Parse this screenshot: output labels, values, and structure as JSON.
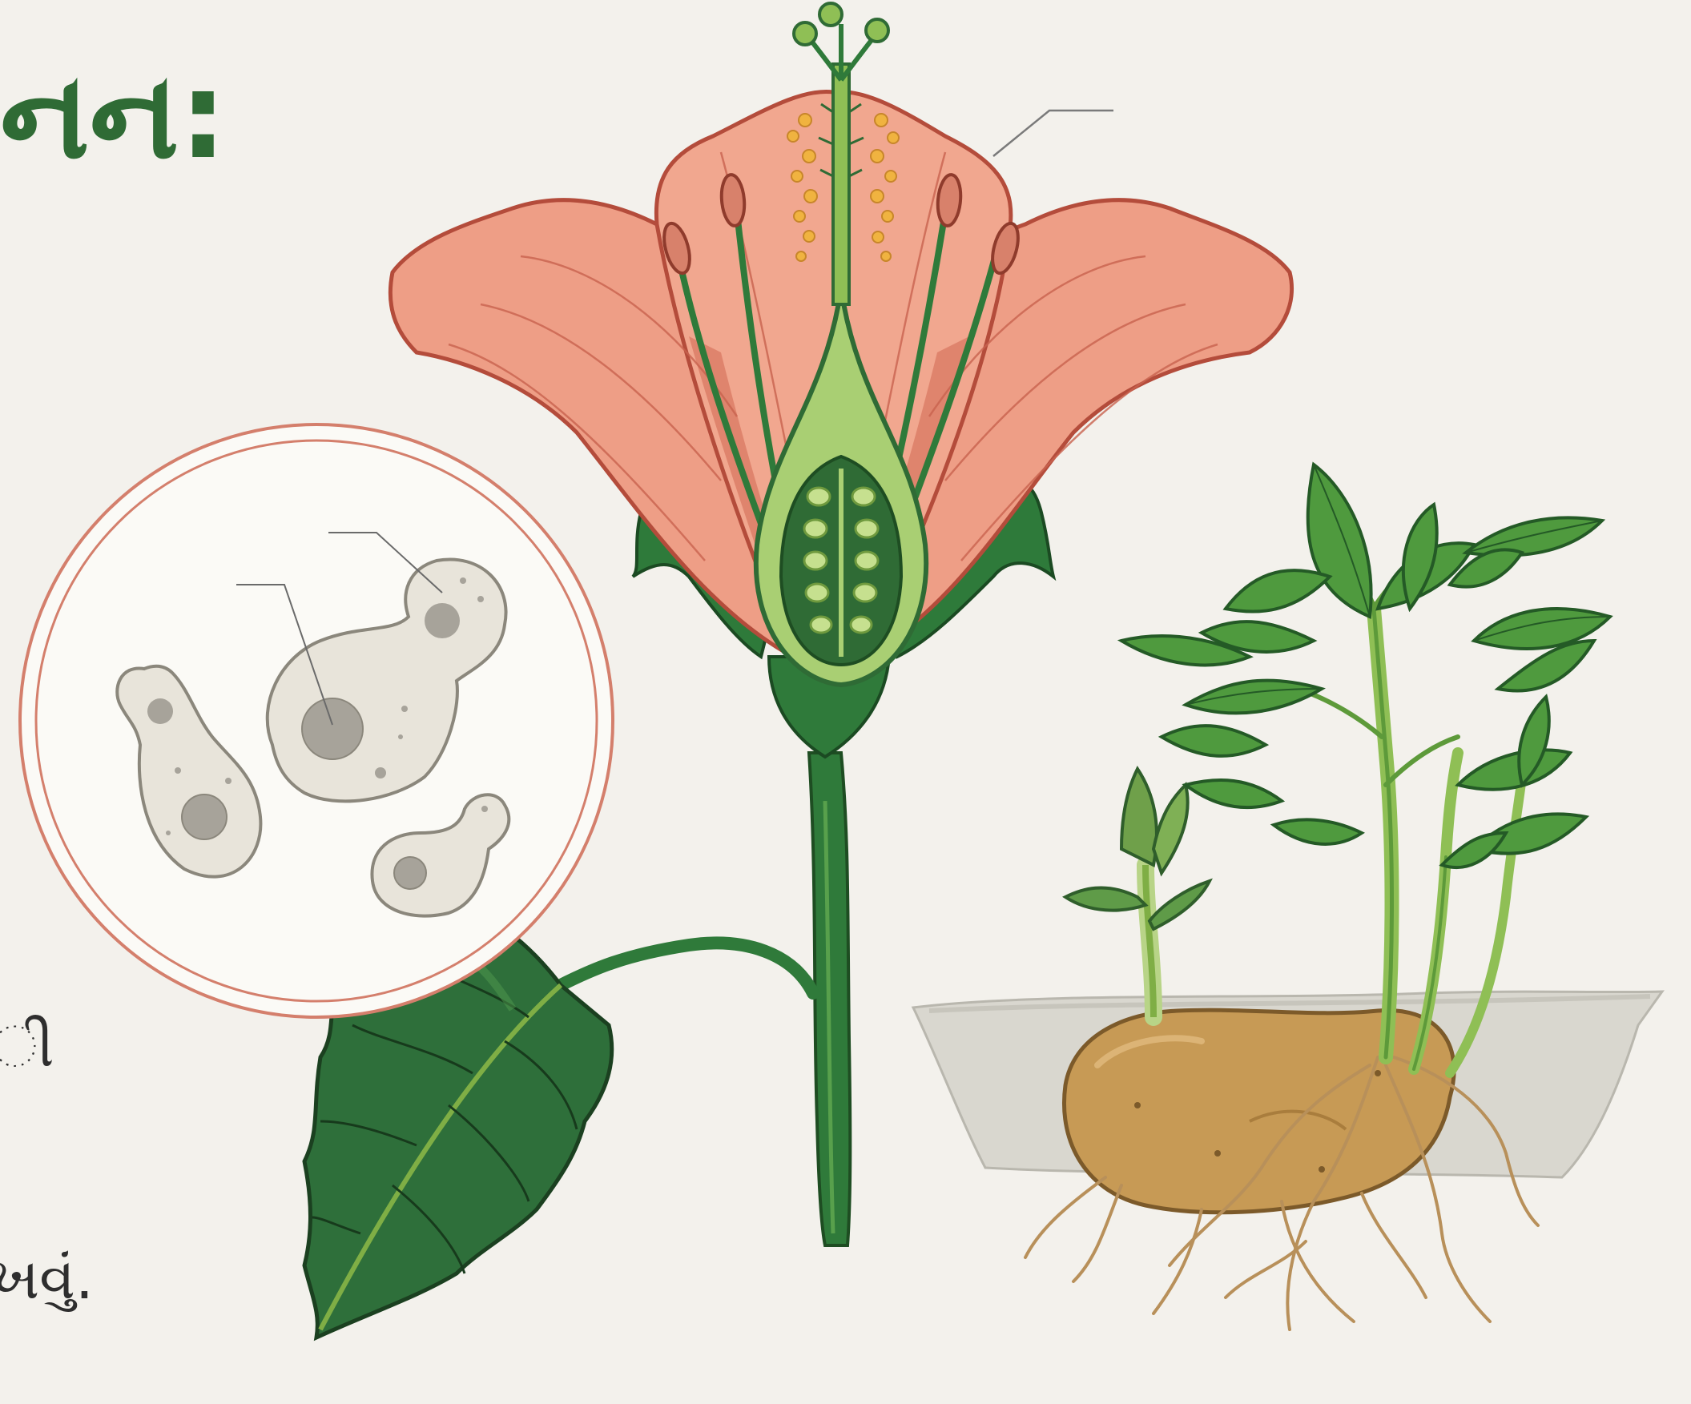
{
  "heading": {
    "text": "નન:"
  },
  "left_text_fragments": [
    "ી",
    "ખવું."
  ],
  "colors": {
    "background": "#f3f1ec",
    "heading": "#2f6b35",
    "petal": "#ee9e86",
    "petal_outline": "#b44c3b",
    "leaf": "#2f6b35",
    "light_green": "#a9cf73",
    "pollen": "#f0b340",
    "yeast_cell": "#e8e4da",
    "yeast_outline": "#8b877c",
    "circle_outline": "#d47f6c",
    "potato": "#c79a55",
    "root": "#b8905a",
    "soil": "#d6d4cc"
  },
  "illustrations": [
    "flower-cross-section",
    "budding-yeast-cells",
    "sprouting-potato"
  ]
}
